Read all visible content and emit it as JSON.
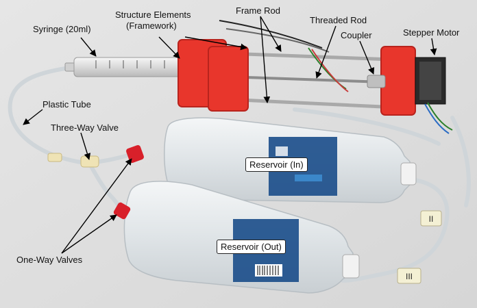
{
  "labels": {
    "syringe": "Syringe (20ml)",
    "structure_line1": "Structure Elements",
    "structure_line2": "(Framework)",
    "frame_rod": "Frame Rod",
    "threaded_rod": "Threaded Rod",
    "coupler": "Coupler",
    "stepper_motor": "Stepper Motor",
    "plastic_tube": "Plastic Tube",
    "three_way_valve": "Three-Way Valve",
    "reservoir_in": "Reservoir (In)",
    "reservoir_out": "Reservoir (Out)",
    "one_way_valves": "One-Way Valves",
    "tag_2": "II",
    "tag_3": "III"
  },
  "colors": {
    "background": "#e3e3e3",
    "frame": "#e8362c",
    "frame_dark": "#b8231d",
    "label_bottle": "#1a4c8a",
    "valve": "#d8202a",
    "motor": "#2a2a2a",
    "tube": "#d9dde0"
  }
}
